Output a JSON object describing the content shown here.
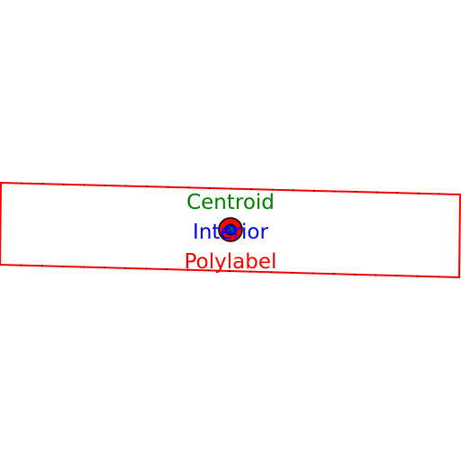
{
  "labels": {
    "centroid": "Centroid",
    "interior": "Interior",
    "polylabel": "Polylabel"
  },
  "colors": {
    "outline": "#ff0000",
    "vertex_dots": "#000000",
    "centroid": "#008000",
    "interior": "#0000ff",
    "polylabel": "#ff0000",
    "marker_outline": "#000000",
    "marker_fill": "#ff0000",
    "background": "#ffffff"
  }
}
